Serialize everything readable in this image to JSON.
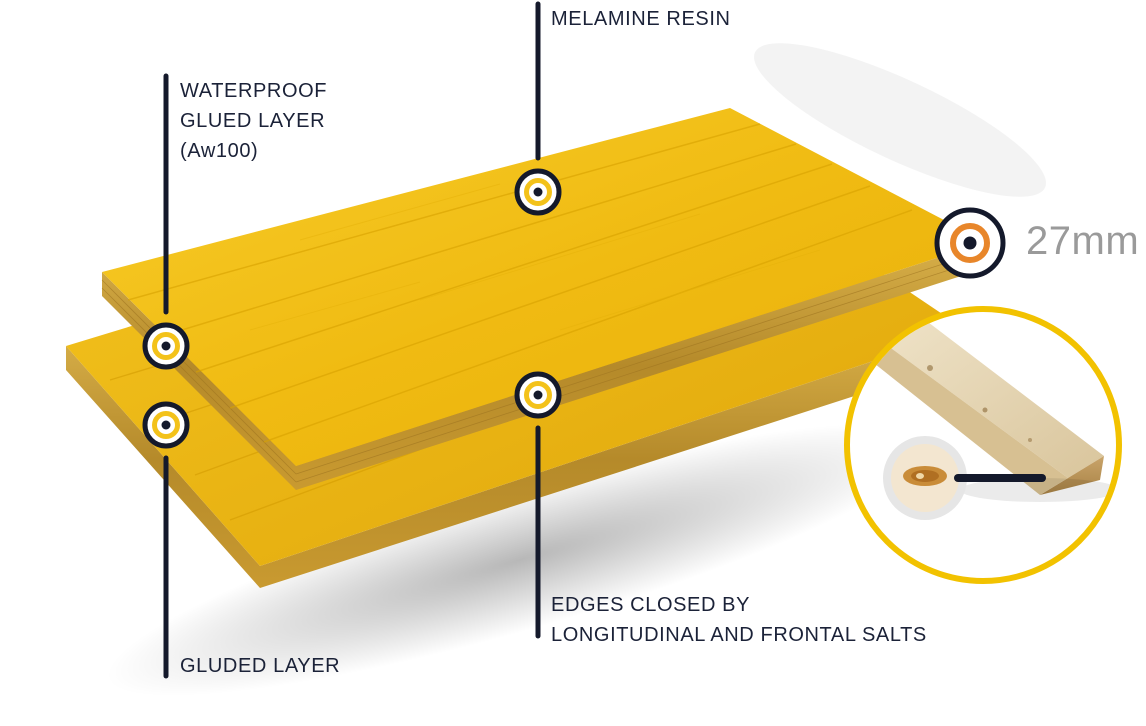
{
  "labels": {
    "melamine": "MELAMINE RESIN",
    "waterproof": [
      "WATERPROOF",
      "GLUED LAYER",
      "(Aw100)"
    ],
    "glued": "GLUDED LAYER",
    "edges": [
      "EDGES CLOSED BY",
      "LONGITUDINAL AND FRONTAL SALTS"
    ],
    "thickness": "27mm"
  },
  "colors": {
    "panel_face": "#f3c21a",
    "panel_grain": "#d9a400",
    "panel_edge": "#c99a2e",
    "marker_outer": "#14192b",
    "marker_ring": "#f3c21a",
    "thickness_ring": "#e8862a",
    "inset_ring": "#f2c200",
    "line": "#14192b",
    "text": "#1b2238",
    "thickness_text": "#9a9a9a"
  },
  "icons": {
    "marker": "target-marker-icon",
    "thickness": "thickness-marker-icon",
    "inset": "timber-beam-inset-icon"
  }
}
